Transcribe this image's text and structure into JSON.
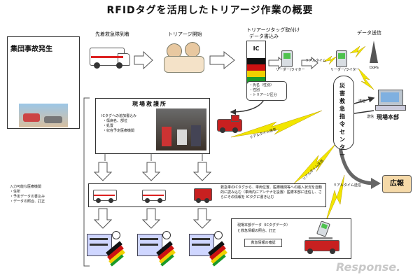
{
  "title": "RFIDタグを活用したトリアージ作業の概要",
  "incident": {
    "label": "集団事故発生"
  },
  "steps": {
    "arrival": "先着救急隊到着",
    "triage_start": "トリアージ開始",
    "tag_line1": "トリアージタッグ取付け",
    "tag_line2": "データ書込み",
    "send": "データ送信"
  },
  "tag": {
    "ic": "IC",
    "colors": [
      "#111111",
      "#cc1111",
      "#f0d000",
      "#1a9a2a"
    ]
  },
  "devices": {
    "reader_writer": "リーダー/ライター",
    "realtime": "リアルタイム",
    "dopa": "DoPa",
    "send_small": "送信"
  },
  "tag_data": [
    "・氏名（性別）",
    "・性別",
    "・トリアージ区分"
  ],
  "field_station": {
    "title": "現場救護所",
    "lines": [
      "ICタグへの追加書込み",
      "・傷病名、部位",
      "・処置",
      "・収容予定医療機関"
    ]
  },
  "realtime_labels": {
    "a": "リアルタイム送信",
    "b": "リアルタイム送信",
    "c": "リアルタイム送信"
  },
  "center": {
    "label": "災害救急指令センター"
  },
  "hq": {
    "label": "現場本部",
    "send": "送信"
  },
  "pr": {
    "label": "広報"
  },
  "side_note": [
    "入力可能な医療機関",
    "・住所",
    "・予定データの書込み",
    "・データの照合、訂正"
  ],
  "ambulance_note": "救急車のICタグから、車両位置、医療機関等への搬入状況を自動的に読み込む（車両内にアンテナを設置）医療本部に送信し、さらにその情報を ICタグに書き込む",
  "hq_data": {
    "line1": "現場本部データ（ICタグデータ）",
    "line2": "と救急情報の照合、訂正",
    "button": "救急情報の確認"
  },
  "watermark": "Response."
}
